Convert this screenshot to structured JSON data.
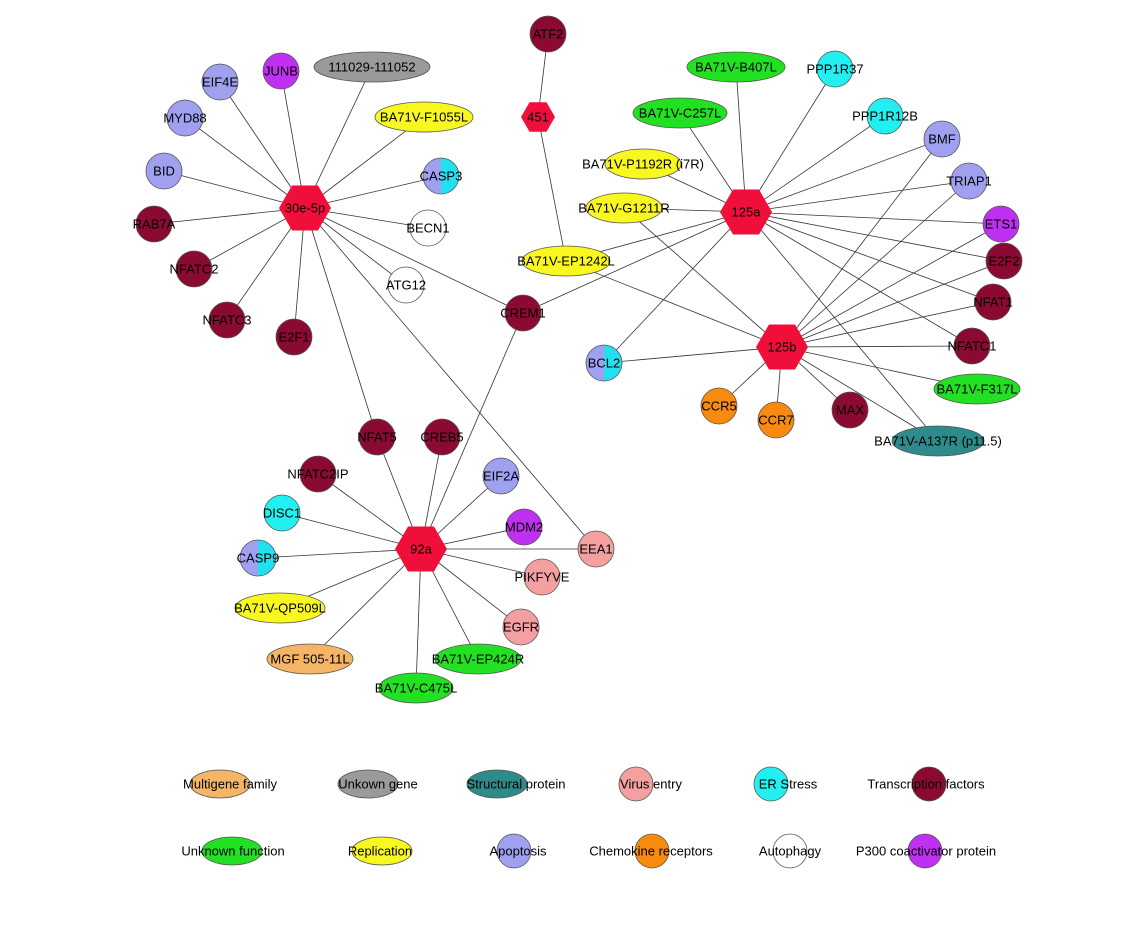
{
  "colors": {
    "multigene": "#f4b666",
    "unknown_gene": "#9a9a9a",
    "structural": "#2e8b8b",
    "virus_entry": "#f4a0a0",
    "er_stress": "#22f0f0",
    "tf": "#8b0a32",
    "unknown_function": "#22e022",
    "replication": "#f8f820",
    "apoptosis": "#a0a0f0",
    "chemokine": "#f88a10",
    "autophagy": "#ffffff",
    "p300": "#c030f0",
    "mirna": "#f00f3a",
    "split": "#22e0f0"
  },
  "nodes": [
    {
      "id": "30e",
      "label": "30e-5p",
      "shape": "hexagon",
      "cat": "mirna"
    },
    {
      "id": "125a",
      "label": "125a",
      "shape": "hexagon",
      "cat": "mirna"
    },
    {
      "id": "125b",
      "label": "125b",
      "shape": "hexagon",
      "cat": "mirna"
    },
    {
      "id": "92a",
      "label": "92a",
      "shape": "hexagon",
      "cat": "mirna"
    },
    {
      "id": "451",
      "label": "451",
      "shape": "hexagon",
      "cat": "mirna"
    },
    {
      "id": "EIF4E",
      "label": "EIF4E",
      "shape": "circle",
      "cat": "apoptosis"
    },
    {
      "id": "JUNB",
      "label": "JUNB",
      "shape": "circle",
      "cat": "p300"
    },
    {
      "id": "111029",
      "label": "111029-111052",
      "shape": "ellipse",
      "cat": "unknown_gene"
    },
    {
      "id": "MYD88",
      "label": "MYD88",
      "shape": "circle",
      "cat": "apoptosis"
    },
    {
      "id": "F1055L",
      "label": "BA71V-F1055L",
      "shape": "ellipse",
      "cat": "replication"
    },
    {
      "id": "BID",
      "label": "BID",
      "shape": "circle",
      "cat": "apoptosis"
    },
    {
      "id": "CASP3",
      "label": "CASP3",
      "shape": "circle",
      "cat": "split"
    },
    {
      "id": "RAB7A",
      "label": "RAB7A",
      "shape": "circle",
      "cat": "tf"
    },
    {
      "id": "BECN1",
      "label": "BECN1",
      "shape": "circle",
      "cat": "autophagy"
    },
    {
      "id": "NFATC2",
      "label": "NFATC2",
      "shape": "circle",
      "cat": "tf"
    },
    {
      "id": "ATG12",
      "label": "ATG12",
      "shape": "circle",
      "cat": "autophagy"
    },
    {
      "id": "NFATC3",
      "label": "NFATC3",
      "shape": "circle",
      "cat": "tf"
    },
    {
      "id": "E2F1",
      "label": "E2F1",
      "shape": "circle",
      "cat": "tf"
    },
    {
      "id": "CREM",
      "label": "CREM1",
      "shape": "circle",
      "cat": "tf"
    },
    {
      "id": "ATF2",
      "label": "ATF2",
      "shape": "circle",
      "cat": "tf"
    },
    {
      "id": "B407L",
      "label": "BA71V-B407L",
      "shape": "ellipse",
      "cat": "unknown_function"
    },
    {
      "id": "PPP1R37",
      "label": "PPP1R37",
      "shape": "circle",
      "cat": "er_stress"
    },
    {
      "id": "C257L",
      "label": "BA71V-C257L",
      "shape": "ellipse",
      "cat": "unknown_function"
    },
    {
      "id": "PPP1R12B",
      "label": "PPP1R12B",
      "shape": "circle",
      "cat": "er_stress"
    },
    {
      "id": "BMF",
      "label": "BMF",
      "shape": "circle",
      "cat": "apoptosis"
    },
    {
      "id": "P1192R",
      "label": "BA71V-P1192R (i7R)",
      "shape": "ellipse",
      "cat": "replication"
    },
    {
      "id": "TRIAP1",
      "label": "TRIAP1",
      "shape": "circle",
      "cat": "apoptosis"
    },
    {
      "id": "G1211R",
      "label": "BA71V-G1211R",
      "shape": "ellipse",
      "cat": "replication"
    },
    {
      "id": "ETS1",
      "label": "ETS1",
      "shape": "circle",
      "cat": "p300"
    },
    {
      "id": "EP1242L",
      "label": "BA71V-EP1242L",
      "shape": "ellipse",
      "cat": "replication"
    },
    {
      "id": "E2F2",
      "label": "E2F2",
      "shape": "circle",
      "cat": "tf"
    },
    {
      "id": "NFAT1",
      "label": "NFAT1",
      "shape": "circle",
      "cat": "tf"
    },
    {
      "id": "NFATC1",
      "label": "NFATC1",
      "shape": "circle",
      "cat": "tf"
    },
    {
      "id": "BCL2",
      "label": "BCL2",
      "shape": "circle",
      "cat": "split"
    },
    {
      "id": "F317L",
      "label": "BA71V-F317L",
      "shape": "ellipse",
      "cat": "unknown_function"
    },
    {
      "id": "CCR5",
      "label": "CCR5",
      "shape": "circle",
      "cat": "chemokine"
    },
    {
      "id": "CCR7",
      "label": "CCR7",
      "shape": "circle",
      "cat": "chemokine"
    },
    {
      "id": "MAX",
      "label": "MAX",
      "shape": "circle",
      "cat": "tf"
    },
    {
      "id": "A137R",
      "label": "BA71V-A137R (p11.5)",
      "shape": "ellipse",
      "cat": "structural"
    },
    {
      "id": "NFAT5",
      "label": "NFAT5",
      "shape": "circle",
      "cat": "tf"
    },
    {
      "id": "CREB5",
      "label": "CREB5",
      "shape": "circle",
      "cat": "tf"
    },
    {
      "id": "NFATC2IP",
      "label": "NFATC2IP",
      "shape": "circle",
      "cat": "tf"
    },
    {
      "id": "EIF2A",
      "label": "EIF2A",
      "shape": "circle",
      "cat": "apoptosis"
    },
    {
      "id": "DISC1",
      "label": "DISC1",
      "shape": "circle",
      "cat": "er_stress"
    },
    {
      "id": "MDM2",
      "label": "MDM2",
      "shape": "circle",
      "cat": "p300"
    },
    {
      "id": "CASP9",
      "label": "CASP9",
      "shape": "circle",
      "cat": "split"
    },
    {
      "id": "EEA1",
      "label": "EEA1",
      "shape": "circle",
      "cat": "virus_entry"
    },
    {
      "id": "PIKFYVE",
      "label": "PIKFYVE",
      "shape": "circle",
      "cat": "virus_entry"
    },
    {
      "id": "QP509L",
      "label": "BA71V-QP509L",
      "shape": "ellipse",
      "cat": "replication"
    },
    {
      "id": "EGFR",
      "label": "EGFR",
      "shape": "circle",
      "cat": "virus_entry"
    },
    {
      "id": "MGF505",
      "label": "MGF 505-11L",
      "shape": "ellipse",
      "cat": "multigene"
    },
    {
      "id": "EP424R",
      "label": "BA71V-EP424R",
      "shape": "ellipse",
      "cat": "unknown_function"
    },
    {
      "id": "C475L",
      "label": "BA71V-C475L",
      "shape": "ellipse",
      "cat": "unknown_function"
    }
  ],
  "edges": [
    [
      "30e",
      "EIF4E"
    ],
    [
      "30e",
      "JUNB"
    ],
    [
      "30e",
      "111029"
    ],
    [
      "30e",
      "MYD88"
    ],
    [
      "30e",
      "F1055L"
    ],
    [
      "30e",
      "BID"
    ],
    [
      "30e",
      "CASP3"
    ],
    [
      "30e",
      "RAB7A"
    ],
    [
      "30e",
      "BECN1"
    ],
    [
      "30e",
      "NFATC2"
    ],
    [
      "30e",
      "ATG12"
    ],
    [
      "30e",
      "NFATC3"
    ],
    [
      "30e",
      "E2F1"
    ],
    [
      "30e",
      "CREM"
    ],
    [
      "30e",
      "NFAT5"
    ],
    [
      "30e",
      "EEA1"
    ],
    [
      "451",
      "ATF2"
    ],
    [
      "451",
      "EP1242L"
    ],
    [
      "125a",
      "B407L"
    ],
    [
      "125a",
      "PPP1R37"
    ],
    [
      "125a",
      "C257L"
    ],
    [
      "125a",
      "PPP1R12B"
    ],
    [
      "125a",
      "BMF"
    ],
    [
      "125a",
      "P1192R"
    ],
    [
      "125a",
      "TRIAP1"
    ],
    [
      "125a",
      "G1211R"
    ],
    [
      "125a",
      "ETS1"
    ],
    [
      "125a",
      "EP1242L"
    ],
    [
      "125a",
      "E2F2"
    ],
    [
      "125a",
      "NFAT1"
    ],
    [
      "125a",
      "NFATC1"
    ],
    [
      "125a",
      "CREM"
    ],
    [
      "125a",
      "BCL2"
    ],
    [
      "125a",
      "A137R"
    ],
    [
      "125b",
      "BMF"
    ],
    [
      "125b",
      "TRIAP1"
    ],
    [
      "125b",
      "ETS1"
    ],
    [
      "125b",
      "E2F2"
    ],
    [
      "125b",
      "NFAT1"
    ],
    [
      "125b",
      "NFATC1"
    ],
    [
      "125b",
      "BCL2"
    ],
    [
      "125b",
      "F317L"
    ],
    [
      "125b",
      "CCR5"
    ],
    [
      "125b",
      "CCR7"
    ],
    [
      "125b",
      "MAX"
    ],
    [
      "125b",
      "A137R"
    ],
    [
      "125b",
      "EP1242L"
    ],
    [
      "125b",
      "G1211R"
    ],
    [
      "92a",
      "NFAT5"
    ],
    [
      "92a",
      "CREB5"
    ],
    [
      "92a",
      "NFATC2IP"
    ],
    [
      "92a",
      "EIF2A"
    ],
    [
      "92a",
      "DISC1"
    ],
    [
      "92a",
      "MDM2"
    ],
    [
      "92a",
      "CASP9"
    ],
    [
      "92a",
      "EEA1"
    ],
    [
      "92a",
      "PIKFYVE"
    ],
    [
      "92a",
      "QP509L"
    ],
    [
      "92a",
      "EGFR"
    ],
    [
      "92a",
      "MGF505"
    ],
    [
      "92a",
      "EP424R"
    ],
    [
      "92a",
      "C475L"
    ],
    [
      "92a",
      "CREM"
    ]
  ],
  "legend": [
    {
      "label": "Multigene family",
      "shape": "ellipse",
      "cat": "multigene"
    },
    {
      "label": "Unkown gene",
      "shape": "ellipse",
      "cat": "unknown_gene"
    },
    {
      "label": "Structural protein",
      "shape": "ellipse",
      "cat": "structural"
    },
    {
      "label": "Virus entry",
      "shape": "circle",
      "cat": "virus_entry"
    },
    {
      "label": "ER Stress",
      "shape": "circle",
      "cat": "er_stress"
    },
    {
      "label": "Transcription factors",
      "shape": "circle",
      "cat": "tf"
    },
    {
      "label": "Unknown function",
      "shape": "ellipse",
      "cat": "unknown_function"
    },
    {
      "label": "Replication",
      "shape": "ellipse",
      "cat": "replication"
    },
    {
      "label": "Apoptosis",
      "shape": "circle",
      "cat": "apoptosis"
    },
    {
      "label": "Chemokine receptors",
      "shape": "circle",
      "cat": "chemokine"
    },
    {
      "label": "Autophagy",
      "shape": "circle",
      "cat": "autophagy"
    },
    {
      "label": "P300 coactivator protein",
      "shape": "circle",
      "cat": "p300"
    }
  ]
}
